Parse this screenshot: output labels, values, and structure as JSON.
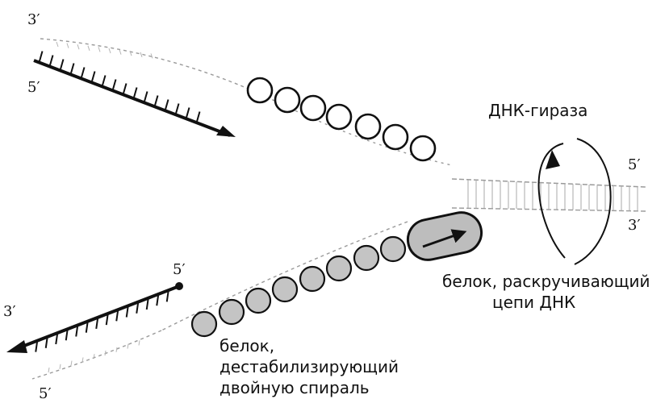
{
  "strand_ends": {
    "top_left_3": "3′",
    "top_left_5": "5′",
    "right_5": "5′",
    "right_3": "3′",
    "bottom_5": "5′",
    "bottom_left_3": "3′",
    "bottom_left_5": "5′"
  },
  "labels": {
    "gyrase": "ДНК-гираза",
    "helicase_line1": "белок, раскручивающий",
    "helicase_line2": "цепи ДНК",
    "ssb_line1": "белок,",
    "ssb_line2": "дестабилизирующий",
    "ssb_line3": "двойную спираль"
  },
  "colors": {
    "ink": "#111111",
    "strand_faint": "#9a9a9a",
    "protein_fill": "#bdbdbd",
    "background": "#ffffff"
  }
}
